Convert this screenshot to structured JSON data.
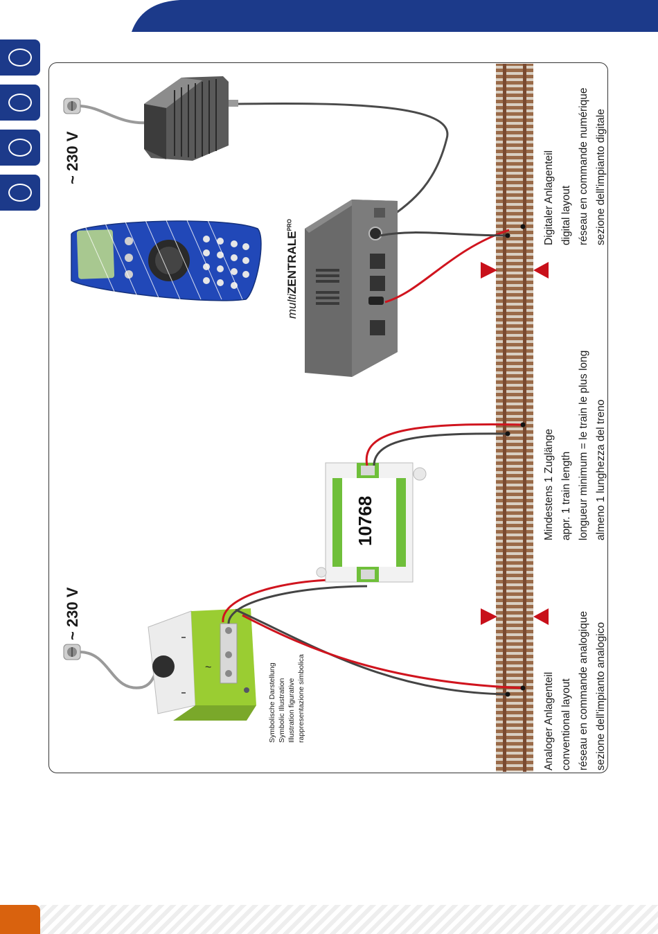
{
  "header": {
    "accent": "#1c3a8a"
  },
  "colors": {
    "rail": "#8a5a3c",
    "wire_red": "#d0141e",
    "wire_black": "#444444",
    "controller": "#9acd32",
    "marker": "#c8101a",
    "page_tab": "#d9620e"
  },
  "voltage_left": "~ 230 V",
  "voltage_right": "~ 230 V",
  "symbolic_note": {
    "de": "Symbolische Darstellung",
    "en": "Symbolic Illustration",
    "fr": "Illustration figurative",
    "it": "rappresentazione simbolica"
  },
  "module_number": "10768",
  "central_unit": {
    "prefix": "multi",
    "name": "ZENTRALE",
    "suffix": "PRO"
  },
  "analog_section": {
    "de": "Analoger Anlagenteil",
    "en": "conventional layout",
    "fr": "réseau en commande analogique",
    "it": "sezione dell'impianto analogico"
  },
  "gap_section": {
    "de": "Mindestens 1 Zuglänge",
    "en": "appr. 1 train length",
    "fr": "longueur minimum = le train le plus long",
    "it": "almeno 1 lunghezza del treno"
  },
  "digital_section": {
    "de": "Digitaler Anlagenteil",
    "en": "digital layout",
    "fr": "réseau en commande numérique",
    "it": "sezione dell'impianto digitale"
  }
}
